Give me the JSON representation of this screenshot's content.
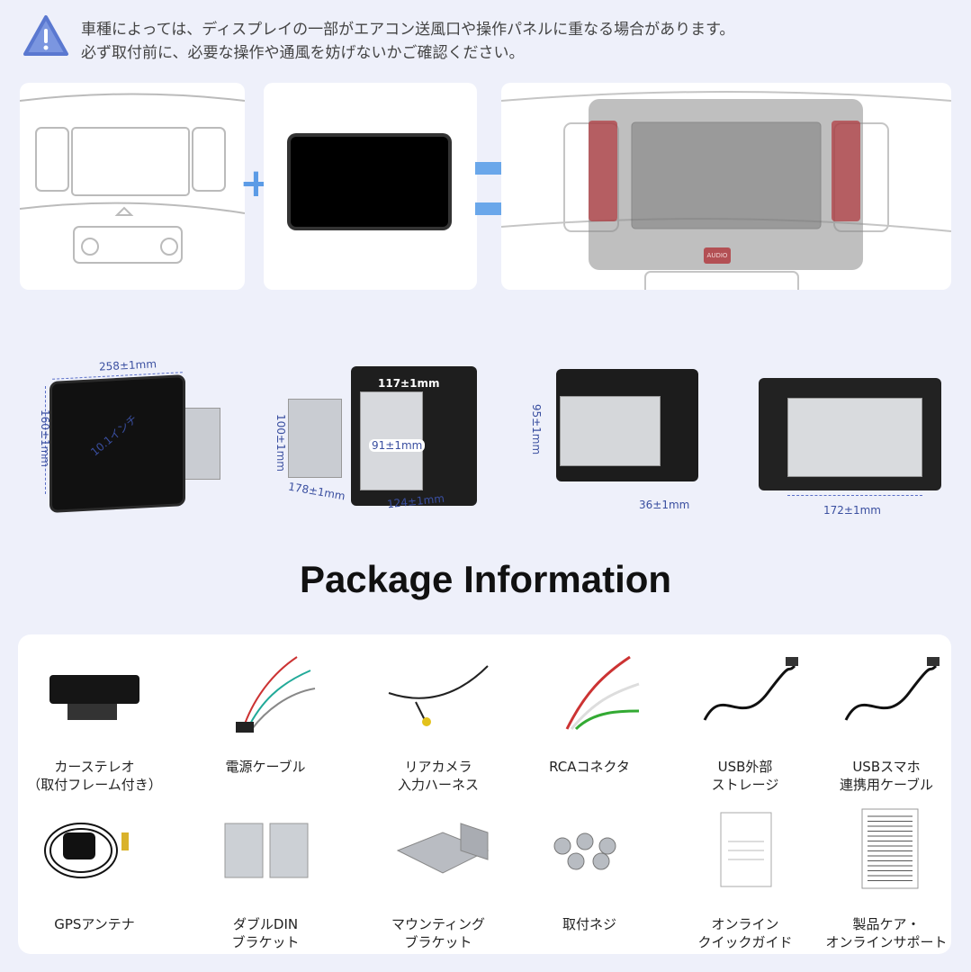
{
  "warning": {
    "icon": "warning-triangle-icon",
    "line1": "車種によっては、ディスプレイの一部がエアコン送風口や操作パネルに重なる場合があります。",
    "line2": "必ず取付前に、必要な操作や通風を妨げないかご確認ください。"
  },
  "fit_diagram": {
    "plus": "+",
    "overlay_button_label": "AUDIO"
  },
  "dimensions": {
    "width": "258±1mm",
    "height": "160±1mm",
    "diagonal": "10.1インチ",
    "frame_width": "117±1mm",
    "frame_height": "100±1mm",
    "frame_depth": "178±1mm",
    "inner": "91±1mm",
    "bottom": "124±1mm",
    "chassis_height": "95±1mm",
    "thickness": "36±1mm",
    "chassis_width": "172±1mm"
  },
  "package": {
    "title": "Package Information",
    "items": [
      {
        "label": "カーステレオ\n（取付フレーム付き）",
        "icon": "car-stereo"
      },
      {
        "label": "電源ケーブル",
        "icon": "power-cable"
      },
      {
        "label": "リアカメラ\n入力ハーネス",
        "icon": "camera-harness"
      },
      {
        "label": "RCAコネクタ",
        "icon": "rca-connector"
      },
      {
        "label": "USB外部\nストレージ",
        "icon": "usb-cable"
      },
      {
        "label": "USBスマホ\n連携用ケーブル",
        "icon": "usb-cable"
      },
      {
        "label": "GPSアンテナ",
        "icon": "gps-antenna"
      },
      {
        "label": "ダブルDIN\nブラケット",
        "icon": "din-bracket"
      },
      {
        "label": "マウンティング\nブラケット",
        "icon": "mounting-bracket"
      },
      {
        "label": "取付ネジ",
        "icon": "screws"
      },
      {
        "label": "オンライン\nクイックガイド",
        "icon": "guide-sheet"
      },
      {
        "label": "製品ケア・\nオンラインサポート",
        "icon": "support-sheet"
      }
    ]
  }
}
